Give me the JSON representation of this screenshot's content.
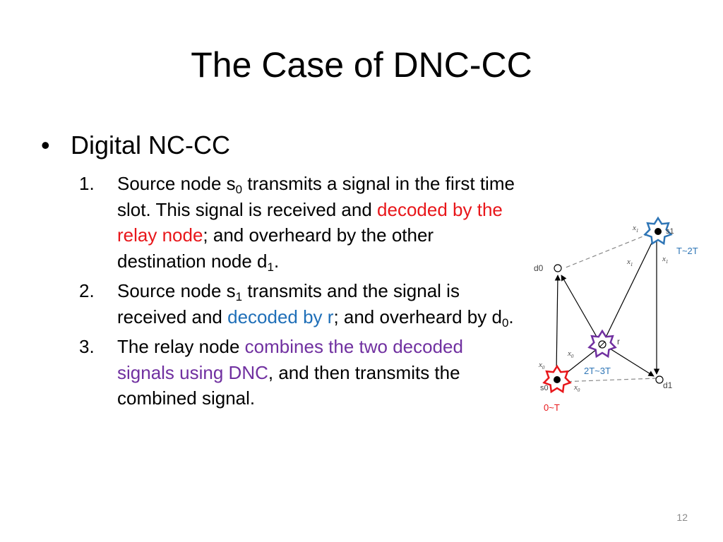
{
  "slide": {
    "title": "The Case of DNC-CC",
    "bullet_symbol": "•",
    "bullet": "Digital NC-CC",
    "page_number": "12"
  },
  "steps": [
    {
      "num": "1.",
      "parts": [
        {
          "t": "Source node s"
        },
        {
          "t": "0",
          "sub": true
        },
        {
          "t": " transmits a signal in the first time slot. This signal is received and "
        },
        {
          "t": "decoded by the relay node",
          "color": "red"
        },
        {
          "t": "; and overheard by the other destination node d"
        },
        {
          "t": "1",
          "sub": true
        },
        {
          "t": "."
        }
      ]
    },
    {
      "num": "2.",
      "parts": [
        {
          "t": "Source node s"
        },
        {
          "t": "1",
          "sub": true
        },
        {
          "t": " transmits and the signal is received and "
        },
        {
          "t": "decoded by r",
          "color": "blue"
        },
        {
          "t": "; and overheard by d"
        },
        {
          "t": "0",
          "sub": true
        },
        {
          "t": "."
        }
      ]
    },
    {
      "num": "3.",
      "parts": [
        {
          "t": "The relay node "
        },
        {
          "t": "combines the two decoded signals using DNC",
          "color": "purple"
        },
        {
          "t": ", and then transmits the combined signal."
        }
      ]
    }
  ],
  "diagram": {
    "nodes": {
      "d0": "d0",
      "d1": "d1",
      "s0": "s0",
      "s1": "s1",
      "r": "r"
    },
    "edge_labels": {
      "x1": "x",
      "x1_sub": "1",
      "x0": "x",
      "x0_sub": "0"
    },
    "time_labels": {
      "s1": "T~2T",
      "r": "2T~3T",
      "s0": "0~T"
    },
    "colors": {
      "s1_star": "#2e75b6",
      "r_star": "#7030a0",
      "s0_star": "#e8161a",
      "time_s1": "#2e75b6",
      "time_r": "#2e75b6",
      "time_s0": "#e8161a"
    }
  }
}
